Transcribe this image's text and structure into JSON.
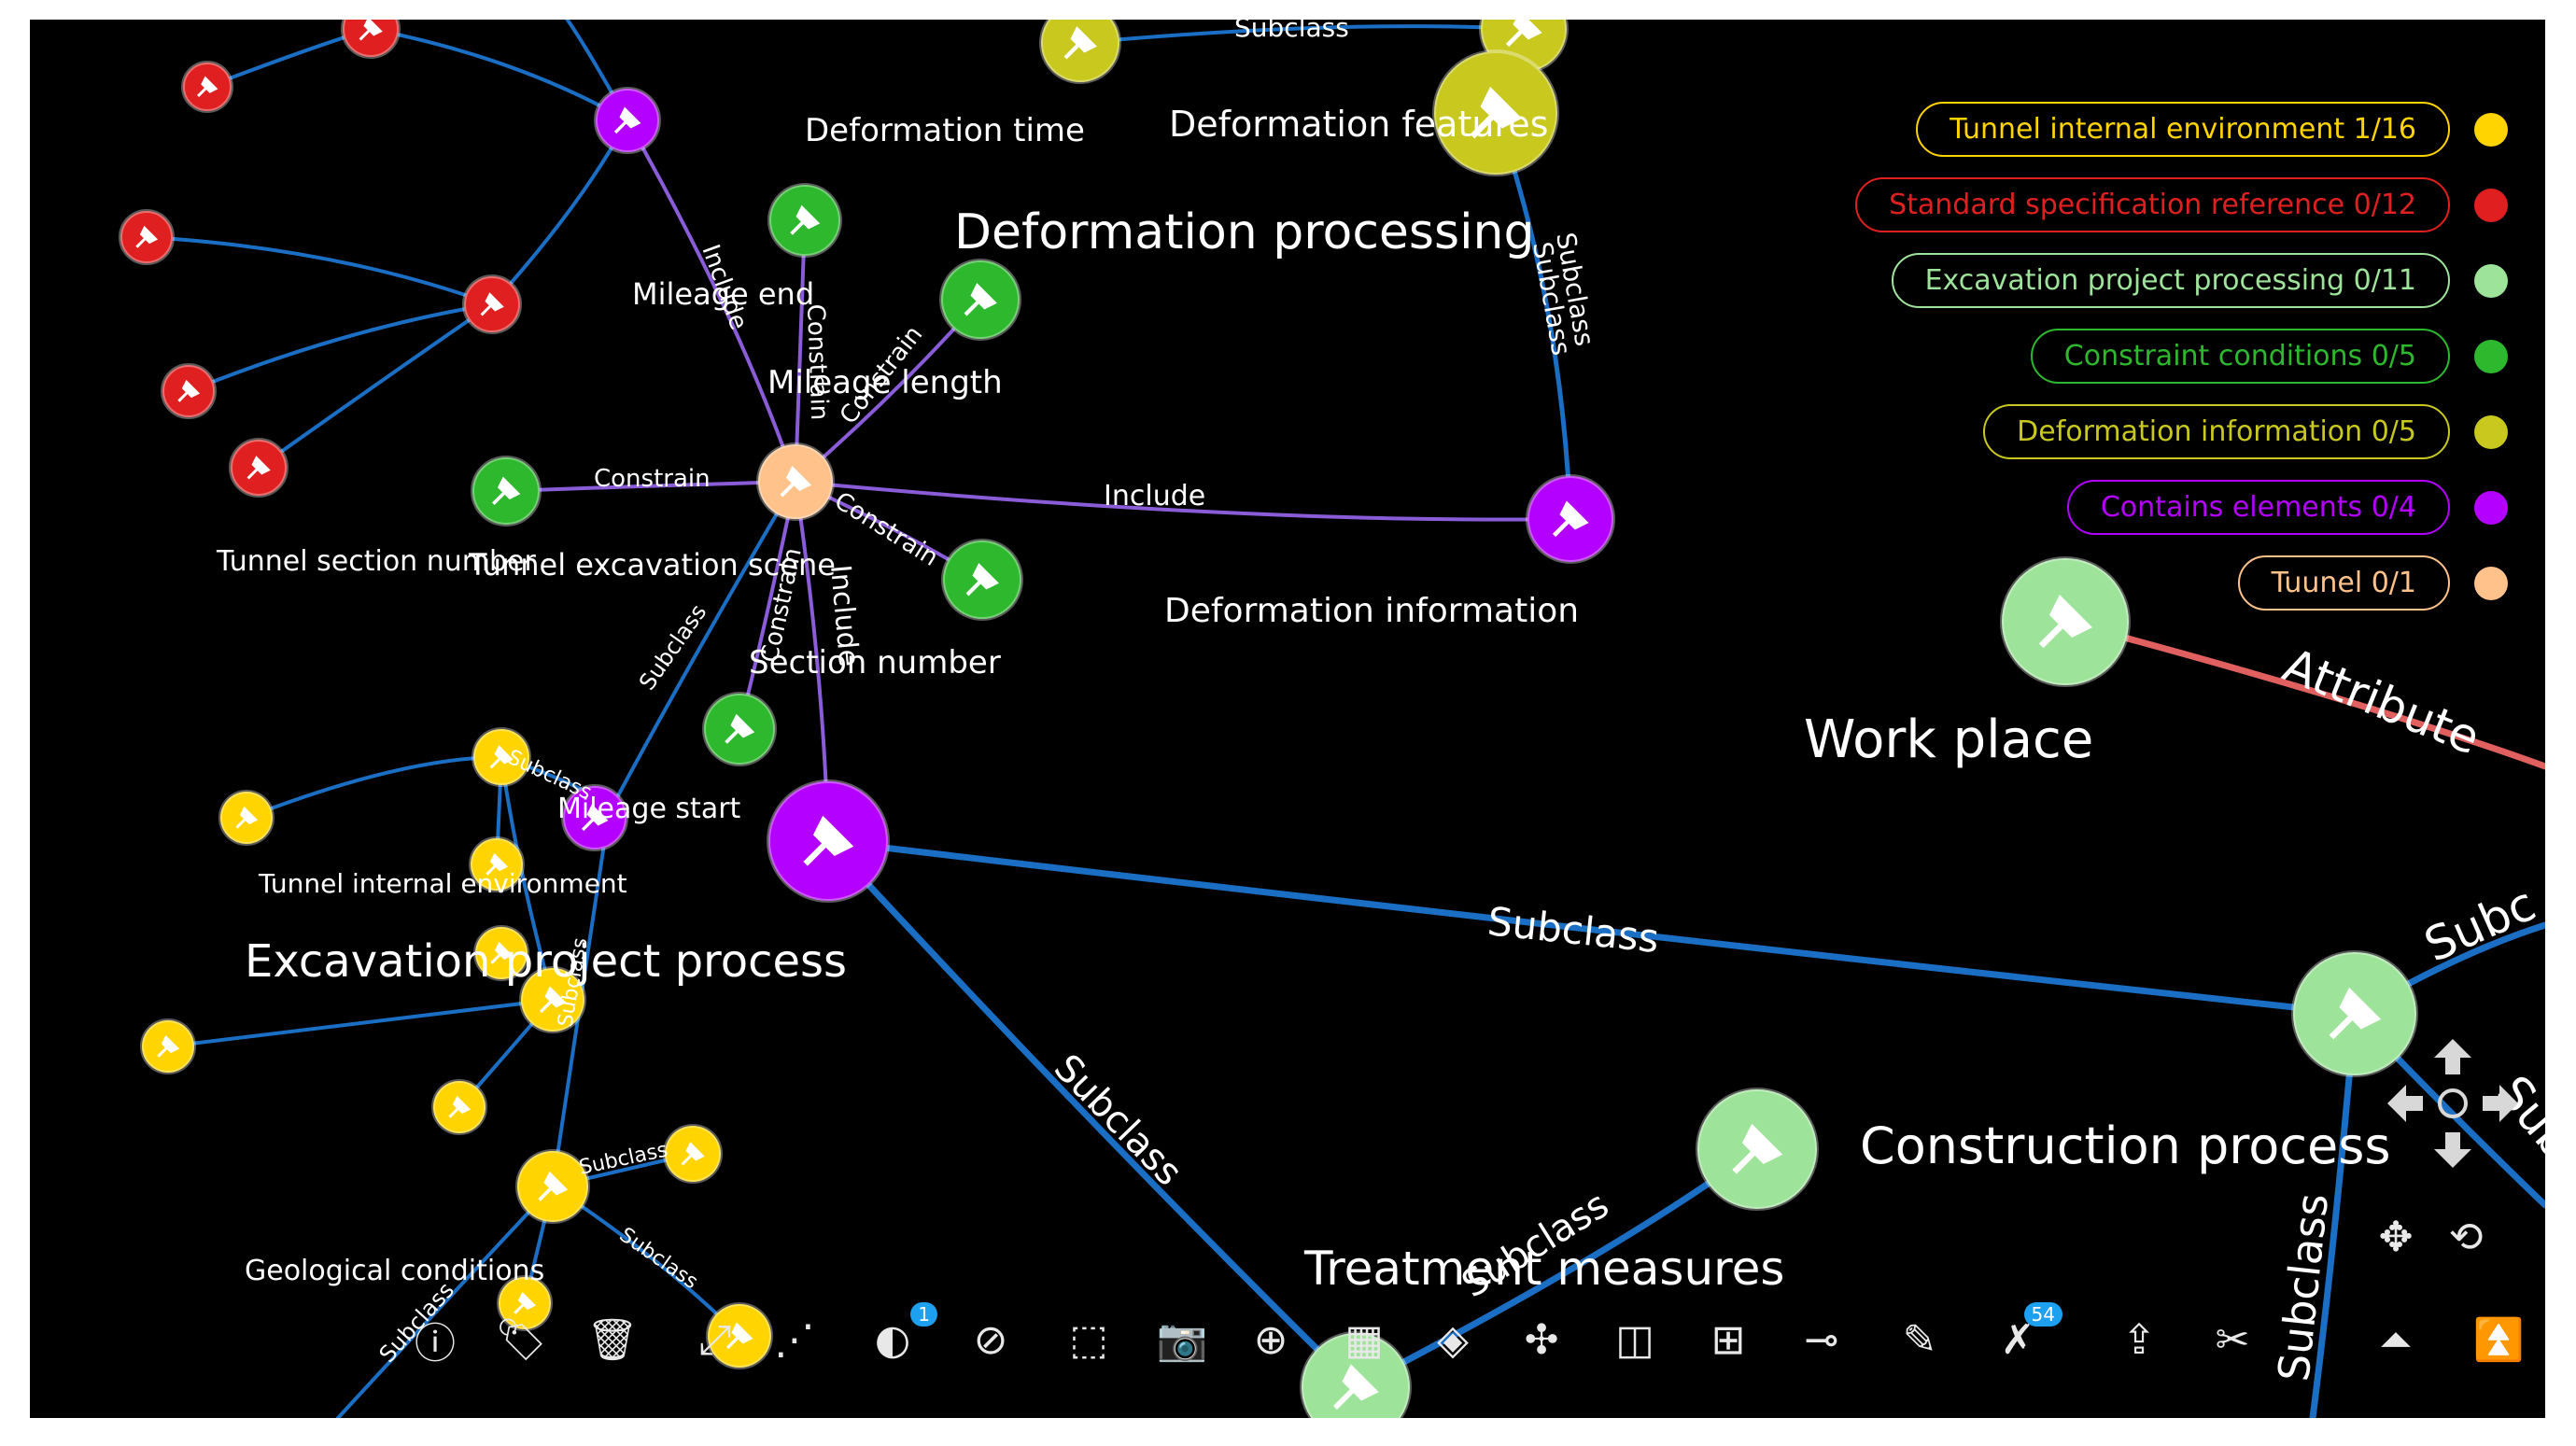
{
  "legend": [
    {
      "label": "Tunnel internal environment 1/16",
      "color": "#FFD400"
    },
    {
      "label": "Standard specification reference 0/12",
      "color": "#E02020"
    },
    {
      "label": "Excavation project processing 0/11",
      "color": "#9EE39A"
    },
    {
      "label": "Constraint conditions 0/5",
      "color": "#2DB82D"
    },
    {
      "label": "Deformation information 0/5",
      "color": "#C8C81E"
    },
    {
      "label": "Contains elements 0/4",
      "color": "#B400FF"
    },
    {
      "label": "Tuunel 0/1",
      "color": "#FFC28A"
    }
  ],
  "colors": {
    "link_blue": "#1A6FC4",
    "link_purple": "#8A5CD8",
    "link_red": "#E06060",
    "canvas": "#000000"
  },
  "node_labels": {
    "deformation_time": "Deformation time",
    "deformation_features": "Deformation features",
    "deformation_processing": "Deformation processing",
    "mileage_end": "Mileage end",
    "mileage_length": "Mileage length",
    "tunnel_section_number": "Tunnel section number",
    "tunnel_excavation_scene": "Tunnel excavation scene",
    "deformation_information": "Deformation information",
    "section_number": "Section number",
    "mileage_start": "Mileage start",
    "tunnel_internal_environment": "Tunnel internal environment",
    "excavation_project_process": "Excavation project process",
    "geological_conditions": "Geological conditions",
    "work_place": "Work place",
    "construction_process": "Construction process",
    "treatment_measures": "Treatment measures"
  },
  "edge_labels": {
    "subclass": "Subclass",
    "include": "Include",
    "constrain": "Constrain",
    "attribute": "Attribute",
    "subc": "Subc"
  },
  "toolbar": [
    {
      "name": "info-icon",
      "glyph": "ⓘ"
    },
    {
      "name": "tag-icon",
      "glyph": "🏷"
    },
    {
      "name": "trash-icon",
      "glyph": "🗑"
    },
    {
      "name": "expand-icon",
      "glyph": "⤢"
    },
    {
      "name": "network-icon",
      "glyph": "⋰"
    },
    {
      "name": "contrast-icon",
      "glyph": "◐",
      "badge": "1"
    },
    {
      "name": "hide-icon",
      "glyph": "⊘"
    },
    {
      "name": "select-box-icon",
      "glyph": "⬚"
    },
    {
      "name": "camera-icon",
      "glyph": "📷"
    },
    {
      "name": "target-icon",
      "glyph": "⊕"
    },
    {
      "name": "frame-icon",
      "glyph": "▦"
    },
    {
      "name": "focus-icon",
      "glyph": "◈"
    },
    {
      "name": "cluster-icon",
      "glyph": "✣"
    },
    {
      "name": "cube-icon",
      "glyph": "◫"
    },
    {
      "name": "add-layer-icon",
      "glyph": "⊞"
    },
    {
      "name": "link-add-icon",
      "glyph": "⊸"
    },
    {
      "name": "brush-icon",
      "glyph": "✎"
    },
    {
      "name": "unpin-icon",
      "glyph": "✗",
      "badge": "54"
    },
    {
      "name": "export-icon",
      "glyph": "⇪"
    },
    {
      "name": "scissors-icon",
      "glyph": "✂"
    },
    {
      "name": "move-cross-icon",
      "glyph": "✥"
    },
    {
      "name": "rotate-icon",
      "glyph": "⟲"
    },
    {
      "name": "flat-view-icon",
      "glyph": "⏶"
    },
    {
      "name": "top-view-icon",
      "glyph": "⏫"
    }
  ]
}
